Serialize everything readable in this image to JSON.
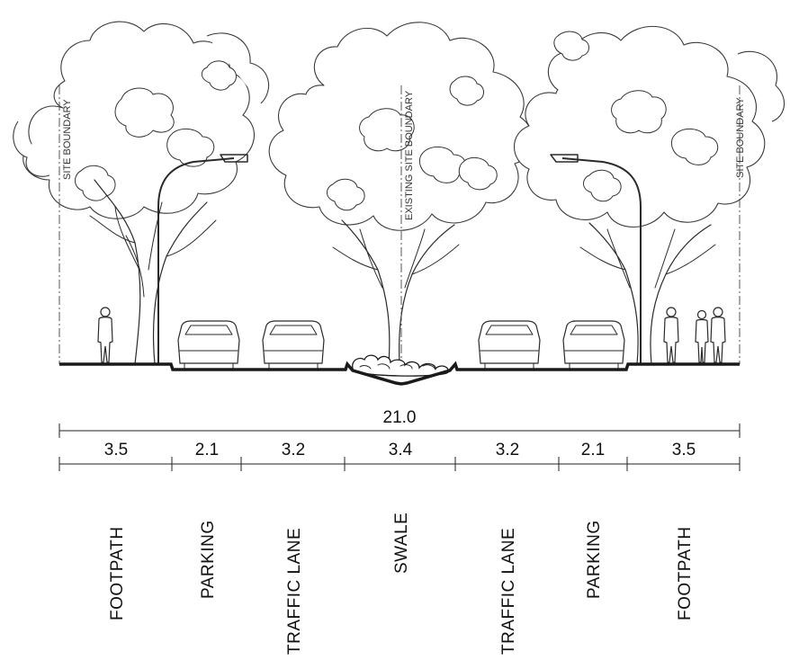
{
  "diagram": {
    "total_width": "21.0",
    "segments": [
      {
        "value": "3.5",
        "label": "FOOTPATH"
      },
      {
        "value": "2.1",
        "label": "PARKING"
      },
      {
        "value": "3.2",
        "label": "TRAFFIC LANE"
      },
      {
        "value": "3.4",
        "label": "SWALE"
      },
      {
        "value": "3.2",
        "label": "TRAFFIC LANE"
      },
      {
        "value": "2.1",
        "label": "PARKING"
      },
      {
        "value": "3.5",
        "label": "FOOTPATH"
      }
    ],
    "boundary_labels": {
      "left": "SITE BOUNDARY",
      "center": "EXISTING SITE BOUNDARY",
      "right": "SITE BOUNDARY"
    }
  }
}
